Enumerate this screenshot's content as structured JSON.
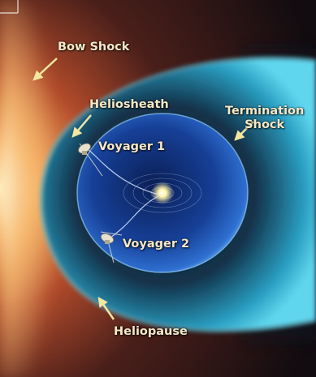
{
  "labels": {
    "bow_shock": "Bow Shock",
    "heliosheath": "Heliosheath",
    "termination_shock_line1": "Termination",
    "termination_shock_line2": "Shock",
    "voyager1": "Voyager 1",
    "voyager2": "Voyager 2",
    "heliopause": "Heliopause"
  },
  "colors": {
    "label_text": "#f5e9c8",
    "arrow": "#f2e6a0",
    "space_background": "#0a0f1a",
    "heliosheath_cyan": "#2fb8d8",
    "inner_bubble_blue": "#1f4fb0",
    "bow_shock_glow": "#f2a25a",
    "sun": "#fff2a8"
  }
}
